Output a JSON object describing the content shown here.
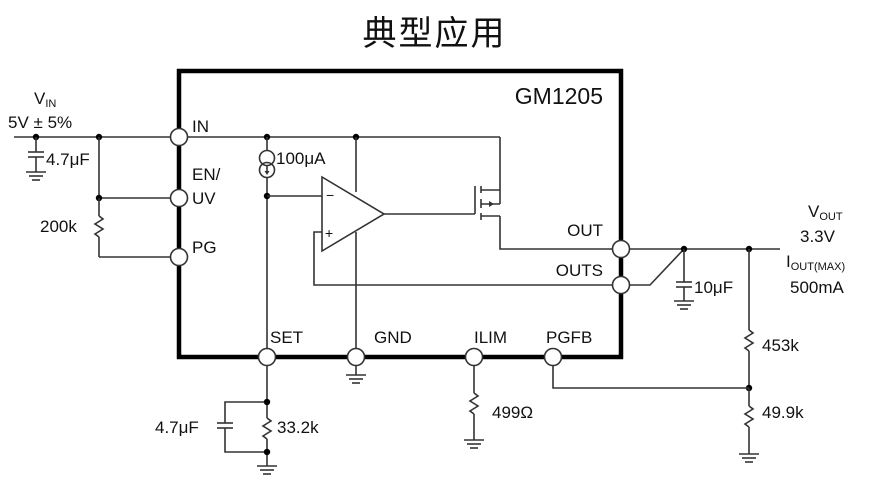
{
  "title": "典型应用",
  "chip": {
    "name": "GM1205",
    "pins": {
      "in": "IN",
      "en": "EN/",
      "uv": "UV",
      "pg": "PG",
      "out": "OUT",
      "outs": "OUTS",
      "set": "SET",
      "gnd": "GND",
      "ilim": "ILIM",
      "pgfb": "PGFB"
    },
    "current_source": "100μA",
    "opamp_minus": "−",
    "opamp_plus": "+"
  },
  "input": {
    "label_main": "V",
    "label_sub": "IN",
    "voltage": "5V ± 5%",
    "cap": "4.7μF",
    "pullup_res": "200k"
  },
  "output": {
    "label_main": "V",
    "label_sub": "OUT",
    "voltage": "3.3V",
    "imax_main": "I",
    "imax_sub": "OUT(MAX)",
    "imax_value": "500mA",
    "cap": "10μF",
    "fb_res_top": "453k",
    "fb_res_bottom": "49.9k"
  },
  "set_network": {
    "cap": "4.7μF",
    "res": "33.2k"
  },
  "ilim": {
    "res": "499Ω"
  }
}
